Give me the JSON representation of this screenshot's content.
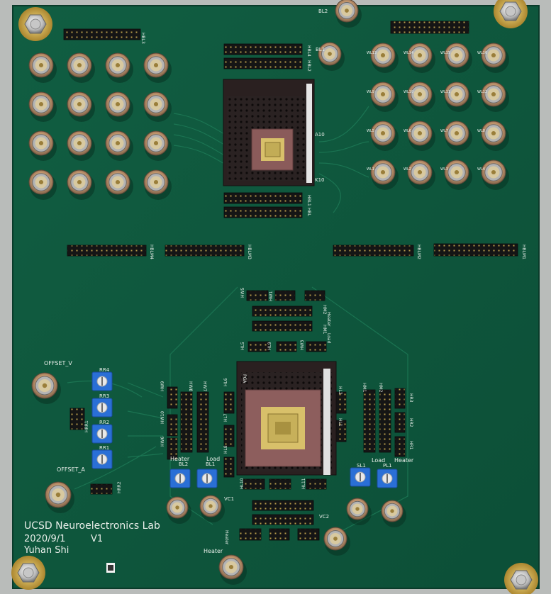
{
  "board": {
    "colors": {
      "pcb": "#0f5a3f",
      "pcb_dark": "#0a4430",
      "silk": "#e8eee9",
      "header": "#1a1a1a",
      "bnc_metal": "#c9a27a",
      "pot_blue": "#2a6fd6",
      "socket": "#2b2323",
      "gold": "#d8c06a"
    },
    "silkscreen": {
      "lab": "UCSD Neuroelectronics Lab",
      "date": "2020/9/1",
      "version": "V1",
      "author": "Yuhan Shi",
      "offset_v": "OFFSET_V",
      "offset_a": "OFFSET_A",
      "heater": "Heater",
      "load": "Load",
      "top_socket_a": "A10",
      "top_socket_k": "K10",
      "hbl4": "HBL4",
      "hbl2": "HBL2",
      "hbl3": "HBL3",
      "hbl1": "HBL1",
      "hblm4": "HBLM4",
      "hblm3": "HBLM3",
      "hblm2": "HBLM2",
      "hblm1": "HBLM1",
      "hrr1": "HRR1",
      "hrr2": "HRR2",
      "rr1": "RR1",
      "rr2": "RR2",
      "rr3": "RR3",
      "rr4": "RR4",
      "bl1_top": "BL1",
      "bl2_top": "BL2",
      "bl1": "BL1",
      "bl2": "BL2",
      "sl1": "SL1",
      "pl1": "PL1",
      "vc1": "VC1",
      "vc2": "VC2",
      "hm1": "HM1",
      "hm2": "HM2",
      "hr1": "HR1",
      "hr2": "HR2",
      "hr3": "HR3",
      "hl1": "HL1",
      "hl2": "HL2",
      "hl5": "HL5",
      "hl6": "HL6",
      "hl7": "HL7",
      "hl8": "HL8",
      "hl9": "HL9",
      "hl10": "HL10",
      "hl11": "HL11",
      "hw1": "HW1",
      "hw3": "HW3",
      "hw5": "HW5",
      "hw6": "HW6",
      "hw7": "HW7",
      "hw8": "HW8",
      "hw9": "HW9",
      "hw10": "HW10",
      "hbl": "HBL",
      "mid_socket": "PGA",
      "wl1": "WL1",
      "wl2": "WL2",
      "wl3": "WL3",
      "wl4": "WL4",
      "wl5": "WL5",
      "wl6": "WL6",
      "wl7": "WL7",
      "wl8": "WL8",
      "wl9": "WL9",
      "wl10": "WL10",
      "wl11": "WL11",
      "wl12": "WL12",
      "wl13": "WL13",
      "wl14": "WL14",
      "wl15": "WL15",
      "wl16": "WL16"
    }
  }
}
